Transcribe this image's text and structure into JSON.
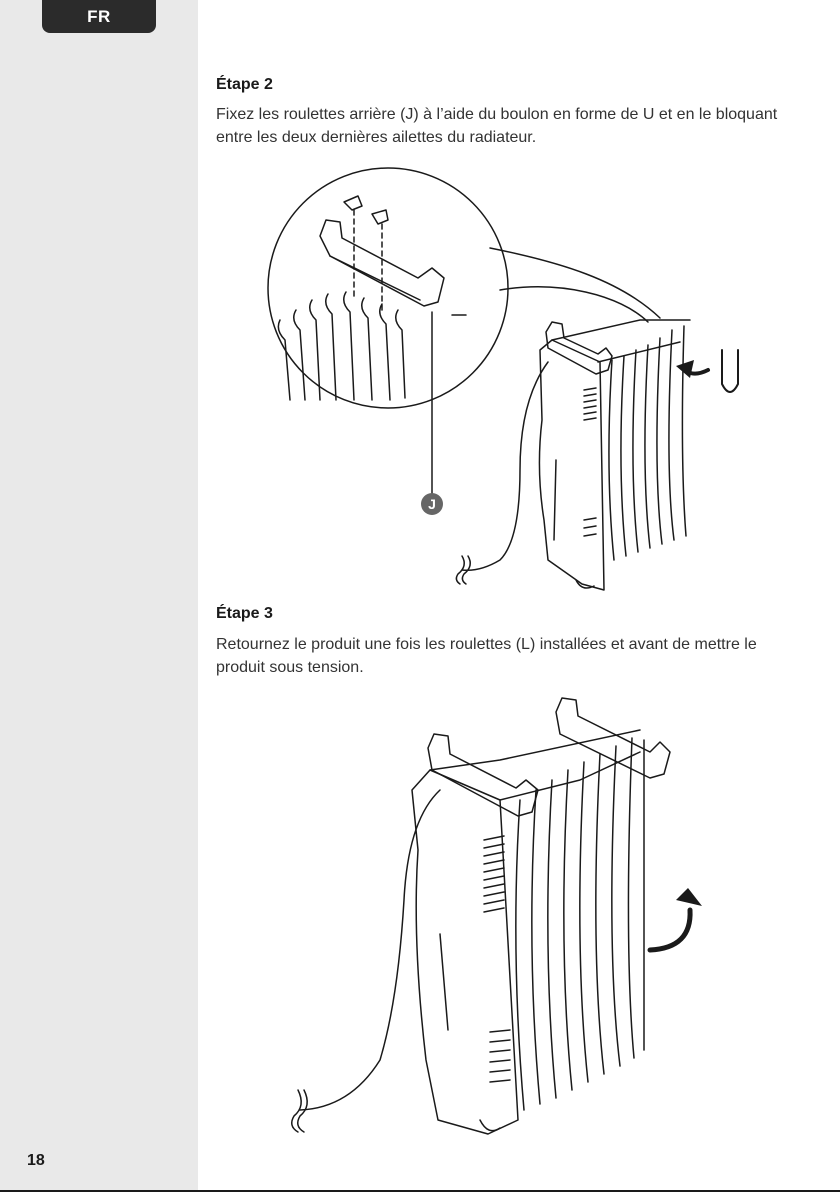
{
  "sidebar": {
    "language": "FR",
    "page_number": "18"
  },
  "step2": {
    "title": "Étape 2",
    "text": "Fixez les roulettes arrière (J) à l’aide du boulon en forme de U et en le bloquant entre les deux dernières ailettes du radiateur.",
    "callout_label": "J"
  },
  "step3": {
    "title": "Étape 3",
    "text": "Retournez le produit une fois les roulettes (L) installées et avant de mettre le produit sous tension."
  },
  "colors": {
    "sidebar_bg": "#e9e9e9",
    "tab_bg": "#2b2b2b",
    "callout_bg": "#666666",
    "line": "#1a1a1a"
  },
  "icons": [
    "u-bolt-icon",
    "curved-arrow-icon",
    "rotate-arrow-icon"
  ]
}
